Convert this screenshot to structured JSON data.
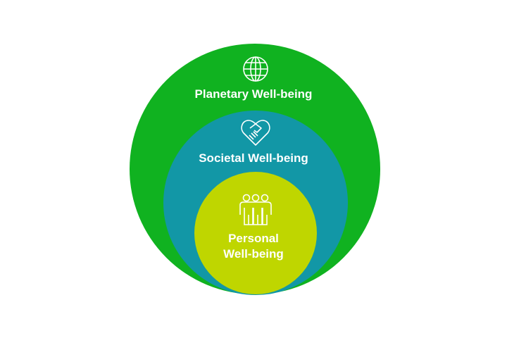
{
  "levels": {
    "planetary": {
      "label": "Planetary Well-being",
      "icon": "globe-icon",
      "color": "#10b220"
    },
    "societal": {
      "label": "Societal Well-being",
      "icon": "heart-handshake-icon",
      "color": "#1297a6"
    },
    "personal": {
      "label_line1": "Personal",
      "label_line2": "Well-being",
      "icon": "people-icon",
      "color": "#bfd600"
    }
  }
}
